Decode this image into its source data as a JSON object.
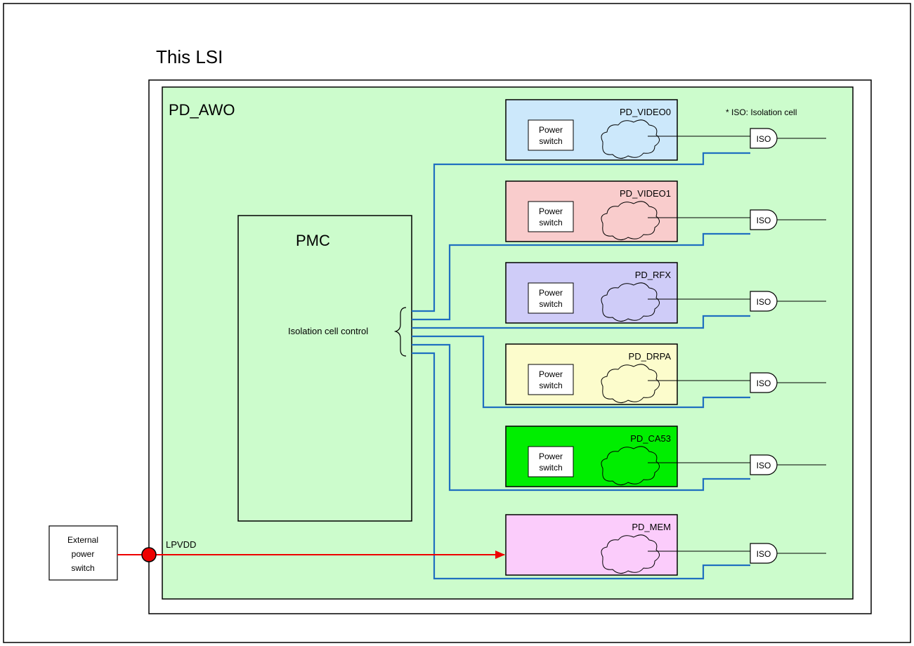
{
  "title": "This LSI",
  "awo_label": "PD_AWO",
  "pmc_label": "PMC",
  "isolation_control_label": "Isolation cell control",
  "iso_note": "* ISO: Isolation cell",
  "lpvdd_label": "LPVDD",
  "external_switch": [
    "External",
    "power",
    "switch"
  ],
  "power_switch_text": [
    "Power",
    "switch"
  ],
  "iso_label": "ISO",
  "domains": [
    {
      "name": "PD_VIDEO0",
      "fill": "#cce8fb",
      "has_power_switch": true
    },
    {
      "name": "PD_VIDEO1",
      "fill": "#f9cccc",
      "has_power_switch": true
    },
    {
      "name": "PD_RFX",
      "fill": "#cfccf8",
      "has_power_switch": true
    },
    {
      "name": "PD_DRPA",
      "fill": "#fcfccc",
      "has_power_switch": true
    },
    {
      "name": "PD_CA53",
      "fill": "#00ee00",
      "has_power_switch": true
    },
    {
      "name": "PD_MEM",
      "fill": "#fbccfb",
      "has_power_switch": false
    }
  ],
  "colors": {
    "awo_fill": "#ccfccc",
    "control_wire": "#1f6fc0",
    "power_wire": "#ee0000",
    "junction": "#ee0000"
  }
}
